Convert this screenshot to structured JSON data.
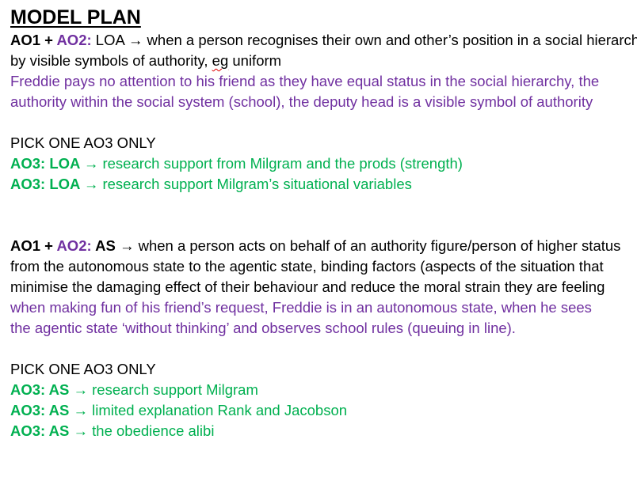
{
  "document": {
    "title": "MODEL PLAN",
    "colors": {
      "purple": "#7030a0",
      "green": "#00b050",
      "black": "#000000"
    },
    "section1": {
      "ao1_label": "AO1 + ",
      "ao2_label": "AO2:",
      "topic": " LOA ",
      "arrow": "→",
      "definition_line1": " when a person recognises their own and other’s position in a social hierarchy",
      "definition_line2_pre": "by visible symbols of authority, ",
      "definition_line2_flagged": "eg",
      "definition_line2_post": " uniform",
      "application_line1": "Freddie pays no attention to his friend as they have equal status in the social hierarchy, the",
      "application_line2": "authority within the social system (school), the deputy head is a visible symbol of authority",
      "pick_label": "PICK ONE AO3 ONLY",
      "ao3_items": [
        {
          "label": "AO3: LOA ",
          "arrow": "→",
          "text": " research support from Milgram and the prods (strength)"
        },
        {
          "label": "AO3: LOA ",
          "arrow": "→",
          "text": " research support Milgram’s situational variables"
        }
      ]
    },
    "section2": {
      "ao1_label": "AO1 + ",
      "ao2_label": "AO2:",
      "topic": " AS ",
      "arrow": "→",
      "definition_line1": " when a person acts on behalf of an authority figure/person of higher status",
      "definition_line2": "from the autonomous state to the agentic state, binding factors (aspects of the situation that",
      "definition_line3": "minimise the damaging effect of their behaviour and reduce the moral strain they are feeling",
      "application_line1": "when making fun of his friend’s request, Freddie is in an autonomous state, when he sees",
      "application_line2": "the agentic state ‘without thinking’ and observes school rules (queuing in line).",
      "pick_label": "PICK ONE AO3 ONLY",
      "ao3_items": [
        {
          "label": "AO3: AS ",
          "arrow": "→",
          "text": " research support Milgram"
        },
        {
          "label": "AO3: AS ",
          "arrow": "→",
          "text": " limited explanation Rank and Jacobson"
        },
        {
          "label": "AO3: AS ",
          "arrow": "→",
          "text": " the obedience alibi"
        }
      ]
    }
  }
}
